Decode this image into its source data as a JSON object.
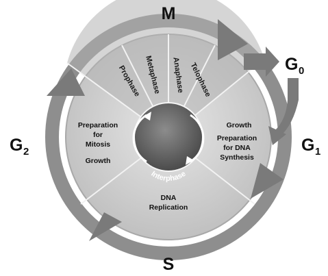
{
  "diagram": {
    "phase_labels": {
      "M": "M",
      "G0_main": "G",
      "G0_sub": "0",
      "G1_main": "G",
      "G1_sub": "1",
      "G2_main": "G",
      "G2_sub": "2",
      "S": "S"
    },
    "mitosis_phases": [
      "Prophase",
      "Metaphase",
      "Anaphase",
      "Telophase"
    ],
    "g1_segment": {
      "line1": "Growth",
      "line2": "Preparation",
      "line3": "for DNA",
      "line4": "Synthesis"
    },
    "s_segment": {
      "line1": "DNA",
      "line2": "Replication"
    },
    "g2_segment": {
      "line1": "Preparation",
      "line2": "for",
      "line3": "Mitosis",
      "line4": "Growth"
    },
    "center_label": "Interphase",
    "colors": {
      "outer_ring": "#8a8a8a",
      "arrow": "#7d7d7d",
      "segment_fill": "#cfcfcf",
      "segment_line": "#f4f4f4",
      "mitosis_fill": "#b9b9b9",
      "hub": "#5f5f5f"
    }
  }
}
